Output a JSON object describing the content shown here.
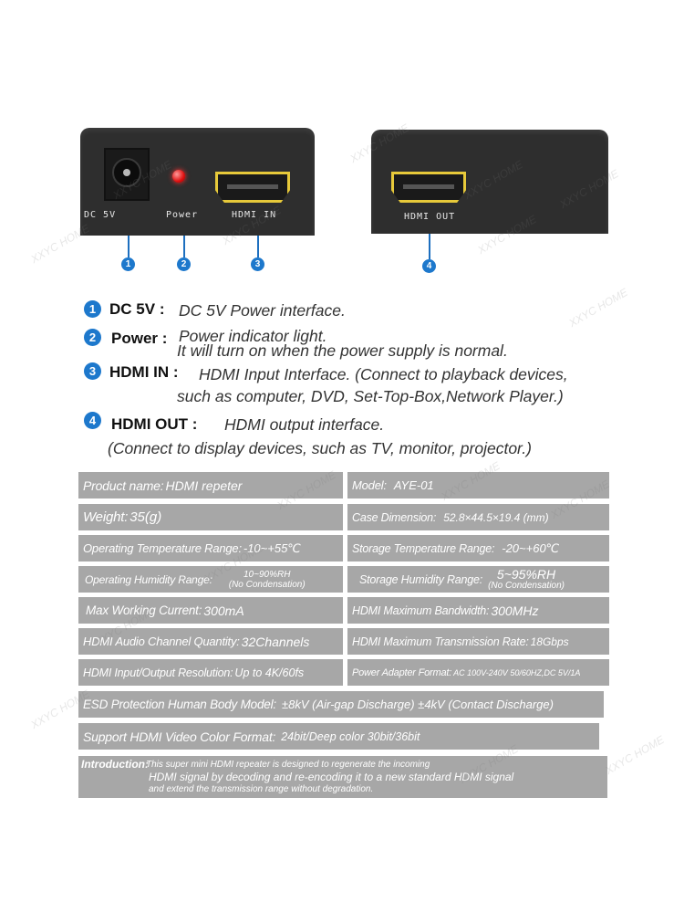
{
  "ports": {
    "dc_label": "DC 5V",
    "power_label": "Power",
    "hdmi_in_label": "HDMI IN",
    "hdmi_out_label": "HDMI OUT",
    "badges": [
      "1",
      "2",
      "3",
      "4"
    ]
  },
  "descriptions": [
    {
      "num": "1",
      "term": "DC 5V",
      "sep": ":",
      "lines": [
        "DC 5V Power interface."
      ]
    },
    {
      "num": "2",
      "term": "Power",
      "sep": ":",
      "lines": [
        "Power indicator light.",
        "It will turn on when the power supply is normal."
      ]
    },
    {
      "num": "3",
      "term": "HDMI IN",
      "sep": ":",
      "lines": [
        "HDMI Input Interface. (Connect to playback devices,",
        "such as computer, DVD, Set-Top-Box,Network Player.)"
      ]
    },
    {
      "num": "4",
      "term": "HDMI OUT",
      "sep": ":",
      "lines": [
        "HDMI output interface.",
        "(Connect to display devices, such as TV, monitor, projector.)"
      ]
    }
  ],
  "specs": {
    "product_name": {
      "label": "Product name:",
      "value": "HDMI repeter"
    },
    "model": {
      "label": "Model:",
      "value": "AYE-01"
    },
    "weight": {
      "label": "Weight:",
      "value": "35(g)"
    },
    "case_dimension": {
      "label": "Case Dimension:",
      "value": "52.8×44.5×19.4 (mm)"
    },
    "operating_temperature": {
      "label": "Operating Temperature Range:",
      "value": "-10~+55℃"
    },
    "storage_temperature": {
      "label": "Storage Temperature Range:",
      "value": "-20~+60℃"
    },
    "operating_humidity": {
      "label": "Operating Humidity Range:",
      "value": "10~90%RH",
      "note": "(No Condensation)"
    },
    "storage_humidity": {
      "label": "Storage Humidity Range:",
      "value": "5~95%RH",
      "note": "(No Condensation)"
    },
    "max_current": {
      "label": "Max Working Current:",
      "value": "300mA"
    },
    "max_bandwidth": {
      "label": "HDMI Maximum Bandwidth:",
      "value": "300MHz"
    },
    "audio_channels": {
      "label": "HDMI Audio Channel Quantity:",
      "value": "32Channels"
    },
    "transmission_rate": {
      "label": "HDMI Maximum Transmission Rate:",
      "value": "18Gbps"
    },
    "io_resolution": {
      "label": "HDMI Input/Output Resolution:",
      "value": "Up to 4K/60fs"
    },
    "power_adapter": {
      "label": "Power Adapter Format:",
      "value": "AC 100V-240V 50/60HZ,DC 5V/1A"
    },
    "esd": {
      "label": "ESD Protection Human Body Model:",
      "value": "±8kV (Air-gap Discharge) ±4kV (Contact Discharge)"
    },
    "color_format": {
      "label": "Support HDMI Video Color Format:",
      "value": "24bit/Deep color 30bit/36bit"
    },
    "introduction": {
      "label": "Introduction:",
      "lines": [
        "This super mini HDMI repeater is designed to regenerate the incoming",
        "HDMI signal by decoding and re-encoding it to a new standard HDMI signal",
        "and extend the transmission range without degradation."
      ]
    }
  },
  "watermark": "XXYC HOME"
}
